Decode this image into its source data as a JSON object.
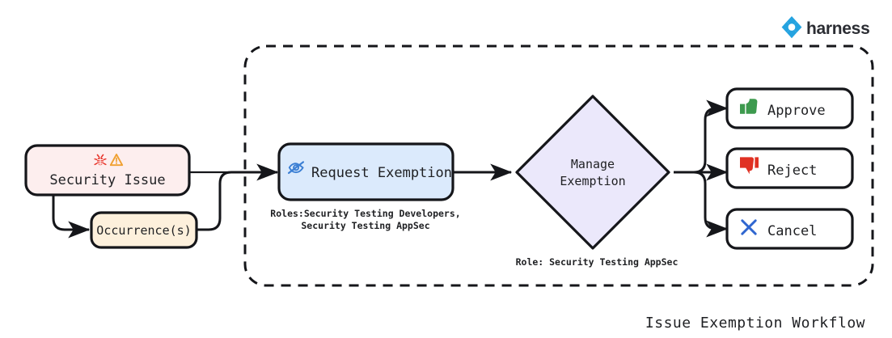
{
  "brand": {
    "name": "harness",
    "logo_icon": "harness-diamond-logo-icon",
    "logo_color": "#25a3e0",
    "text_color": "#2b2d33"
  },
  "diagram": {
    "title": "Issue Exemption Workflow",
    "type": "flowchart",
    "background": "#ffffff",
    "line_color": "#15161a",
    "subgraph": {
      "name": "exemption-boundary",
      "style": "dashed",
      "label": ""
    },
    "nodes": [
      {
        "id": "security-issue",
        "label": "Security Issue",
        "shape": "rounded-rect",
        "fill": "#fdeeee",
        "stroke": "#15161a",
        "icons": [
          {
            "name": "bug-icon",
            "color": "#e8342a"
          },
          {
            "name": "warning-triangle-icon",
            "color": "#f0a030"
          }
        ]
      },
      {
        "id": "occurrences",
        "label": "Occurrence(s)",
        "shape": "rounded-rect",
        "fill": "#fdf0dc",
        "stroke": "#15161a",
        "icons": []
      },
      {
        "id": "request-exemption",
        "label": "Request Exemption",
        "shape": "rounded-rect",
        "fill": "#dbeafc",
        "stroke": "#15161a",
        "icons": [
          {
            "name": "eye-off-icon",
            "color": "#3b7fd4"
          }
        ],
        "caption": [
          "Roles:Security Testing Developers,",
          "Security Testing AppSec"
        ]
      },
      {
        "id": "manage-exemption",
        "label_line1": "Manage",
        "label_line2": "Exemption",
        "shape": "diamond",
        "fill": "#ebe8fb",
        "stroke": "#15161a",
        "icons": [],
        "caption": [
          "Role: Security Testing AppSec"
        ]
      },
      {
        "id": "approve",
        "label": "Approve",
        "shape": "rounded-rect",
        "fill": "#ffffff",
        "stroke": "#15161a",
        "icons": [
          {
            "name": "thumbs-up-icon",
            "color": "#3d9a4e"
          }
        ]
      },
      {
        "id": "reject",
        "label": "Reject",
        "shape": "rounded-rect",
        "fill": "#ffffff",
        "stroke": "#15161a",
        "icons": [
          {
            "name": "thumbs-down-icon",
            "color": "#e03123"
          }
        ]
      },
      {
        "id": "cancel",
        "label": "Cancel",
        "shape": "rounded-rect",
        "fill": "#ffffff",
        "stroke": "#15161a",
        "icons": [
          {
            "name": "close-x-icon",
            "color": "#2f66d0"
          }
        ]
      }
    ],
    "edges": [
      {
        "from": "security-issue",
        "to": "occurrences",
        "label": ""
      },
      {
        "from": "security-issue",
        "to": "request-exemption",
        "label": ""
      },
      {
        "from": "occurrences",
        "to": "request-exemption",
        "label": ""
      },
      {
        "from": "request-exemption",
        "to": "manage-exemption",
        "label": ""
      },
      {
        "from": "manage-exemption",
        "to": "approve",
        "label": ""
      },
      {
        "from": "manage-exemption",
        "to": "reject",
        "label": ""
      },
      {
        "from": "manage-exemption",
        "to": "cancel",
        "label": ""
      }
    ]
  }
}
